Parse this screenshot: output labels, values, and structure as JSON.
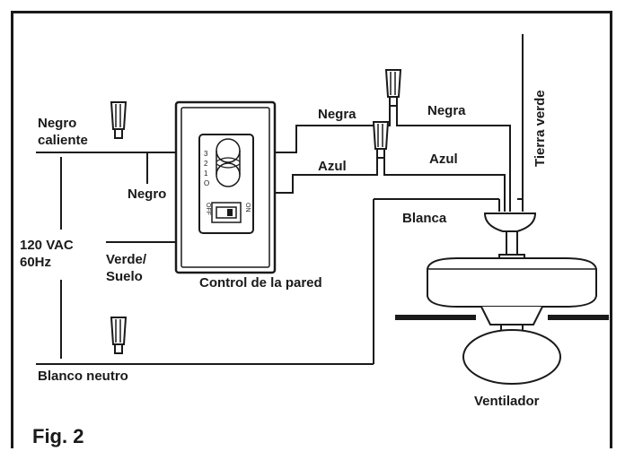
{
  "labels": {
    "negro_caliente": [
      "Negro",
      "caliente"
    ],
    "negro": "Negro",
    "voltage": [
      "120 VAC",
      "60Hz"
    ],
    "verde_suelo": [
      "Verde/",
      "Suelo"
    ],
    "control": "Control de la pared",
    "negra_left": "Negra",
    "negra_right": "Negra",
    "azul_left": "Azul",
    "azul_right": "Azul",
    "tierra_verde": "Tierra verde",
    "blanca": "Blanca",
    "blanco_neutro": "Blanco neutro",
    "ventilador": "Ventilador",
    "figure": "Fig. 2"
  },
  "switch": {
    "speed_marks": [
      "3",
      "2",
      "1",
      "O"
    ],
    "off": "OFF",
    "on": "ON"
  },
  "colors": {
    "ink": "#1a1a1a",
    "paper": "#ffffff"
  }
}
